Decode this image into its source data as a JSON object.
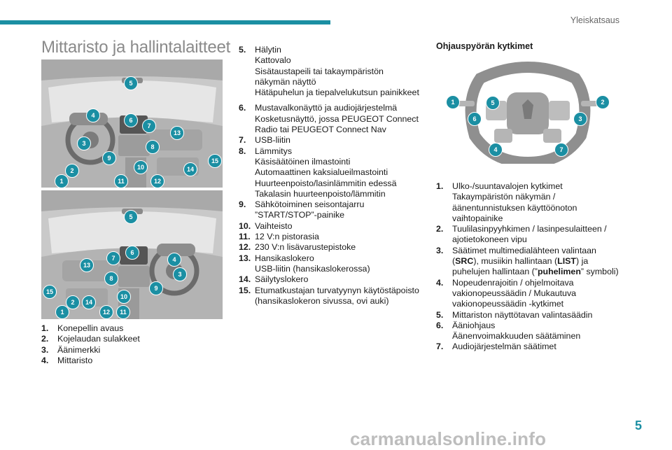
{
  "header": {
    "section": "Yleiskatsaus",
    "title": "Mittaristo ja hallintalaitteet"
  },
  "left_list": [
    {
      "num": "1.",
      "lines": [
        "Konepellin avaus"
      ]
    },
    {
      "num": "2.",
      "lines": [
        "Kojelaudan sulakkeet"
      ]
    },
    {
      "num": "3.",
      "lines": [
        "Äänimerkki"
      ]
    },
    {
      "num": "4.",
      "lines": [
        "Mittaristo"
      ]
    }
  ],
  "middle_list": [
    {
      "num": "5.",
      "lines": [
        "Hälytin",
        "Kattovalo",
        "Sisätaustapeili tai takaympäristön näkymän näyttö",
        "Hätäpuhelun ja tiepalvelukutsun painikkeet"
      ]
    },
    {
      "num": "6.",
      "lines": [
        "Mustavalkonäyttö ja audiojärjestelmä",
        "Kosketusnäyttö, jossa PEUGEOT Connect Radio tai PEUGEOT Connect Nav"
      ]
    },
    {
      "num": "7.",
      "lines": [
        "USB-liitin"
      ]
    },
    {
      "num": "8.",
      "lines": [
        "Lämmitys",
        "Käsisäätöinen ilmastointi",
        "Automaattinen kaksialueilmastointi",
        "Huurteenpoisto/lasinlämmitin edessä",
        "Takalasin huurteenpoisto/lämmitin"
      ]
    },
    {
      "num": "9.",
      "lines": [
        "Sähkötoiminen seisontajarru",
        "”START/STOP”-painike"
      ]
    },
    {
      "num": "10.",
      "lines": [
        "Vaihteisto"
      ]
    },
    {
      "num": "11.",
      "lines": [
        "12 V:n pistorasia"
      ]
    },
    {
      "num": "12.",
      "lines": [
        "230 V:n lisävarustepistoke"
      ]
    },
    {
      "num": "13.",
      "lines": [
        "Hansikaslokero",
        "USB-liitin (hansikaslokerossa)"
      ]
    },
    {
      "num": "14.",
      "lines": [
        "Säilytyslokero"
      ]
    },
    {
      "num": "15.",
      "lines": [
        "Etumatkustajan turvatyynyn käytöstäpoisto (hansikaslokeron sivussa, ovi auki)"
      ]
    }
  ],
  "steering": {
    "heading": "Ohjauspyörän kytkimet",
    "callouts": [
      "1",
      "2",
      "3",
      "4",
      "5",
      "6",
      "7"
    ]
  },
  "right_list": [
    {
      "num": "1.",
      "lines": [
        "Ulko-/suuntavalojen kytkimet",
        "Takaympäristön näkymän / äänentunnistuksen käyttöönoton vaihtopainike"
      ]
    },
    {
      "num": "2.",
      "lines": [
        "Tuulilasinpyyhkimen / lasinpesulaitteen / ajotietokoneen vipu"
      ]
    },
    {
      "num": "3.",
      "parts": [
        [
          "Säätimet multimedialähteen valintaan (",
          false
        ],
        [
          "SRC",
          true
        ],
        [
          "), musiikin hallintaan (",
          false
        ],
        [
          "LIST",
          true
        ],
        [
          ") ja puhelujen hallintaan (”",
          false
        ],
        [
          "puhelimen",
          true
        ],
        [
          "” symboli)",
          false
        ]
      ]
    },
    {
      "num": "4.",
      "lines": [
        "Nopeudenrajoitin / ohjelmoitava vakionopeussäädin / Mukautuva vakionopeussäädin -kytkimet"
      ]
    },
    {
      "num": "5.",
      "lines": [
        "Mittariston näyttötavan valintasäädin"
      ]
    },
    {
      "num": "6.",
      "lines": [
        "Ääniohjaus",
        "Äänenvoimakkuuden säätäminen"
      ]
    },
    {
      "num": "7.",
      "lines": [
        "Audiojärjestelmän säätimet"
      ]
    }
  ],
  "dash_top_callouts": [
    "1",
    "2",
    "3",
    "4",
    "5",
    "6",
    "7",
    "8",
    "9",
    "10",
    "11",
    "12",
    "13",
    "14",
    "15"
  ],
  "dash_bottom_callouts": [
    "1",
    "2",
    "3",
    "4",
    "5",
    "6",
    "7",
    "8",
    "9",
    "10",
    "11",
    "12",
    "13",
    "14",
    "15"
  ],
  "footer": {
    "page": "5",
    "watermark": "carmanualsonline.info"
  },
  "colors": {
    "accent": "#1b8fa3",
    "illustration_bg": "#c9c9c9"
  }
}
